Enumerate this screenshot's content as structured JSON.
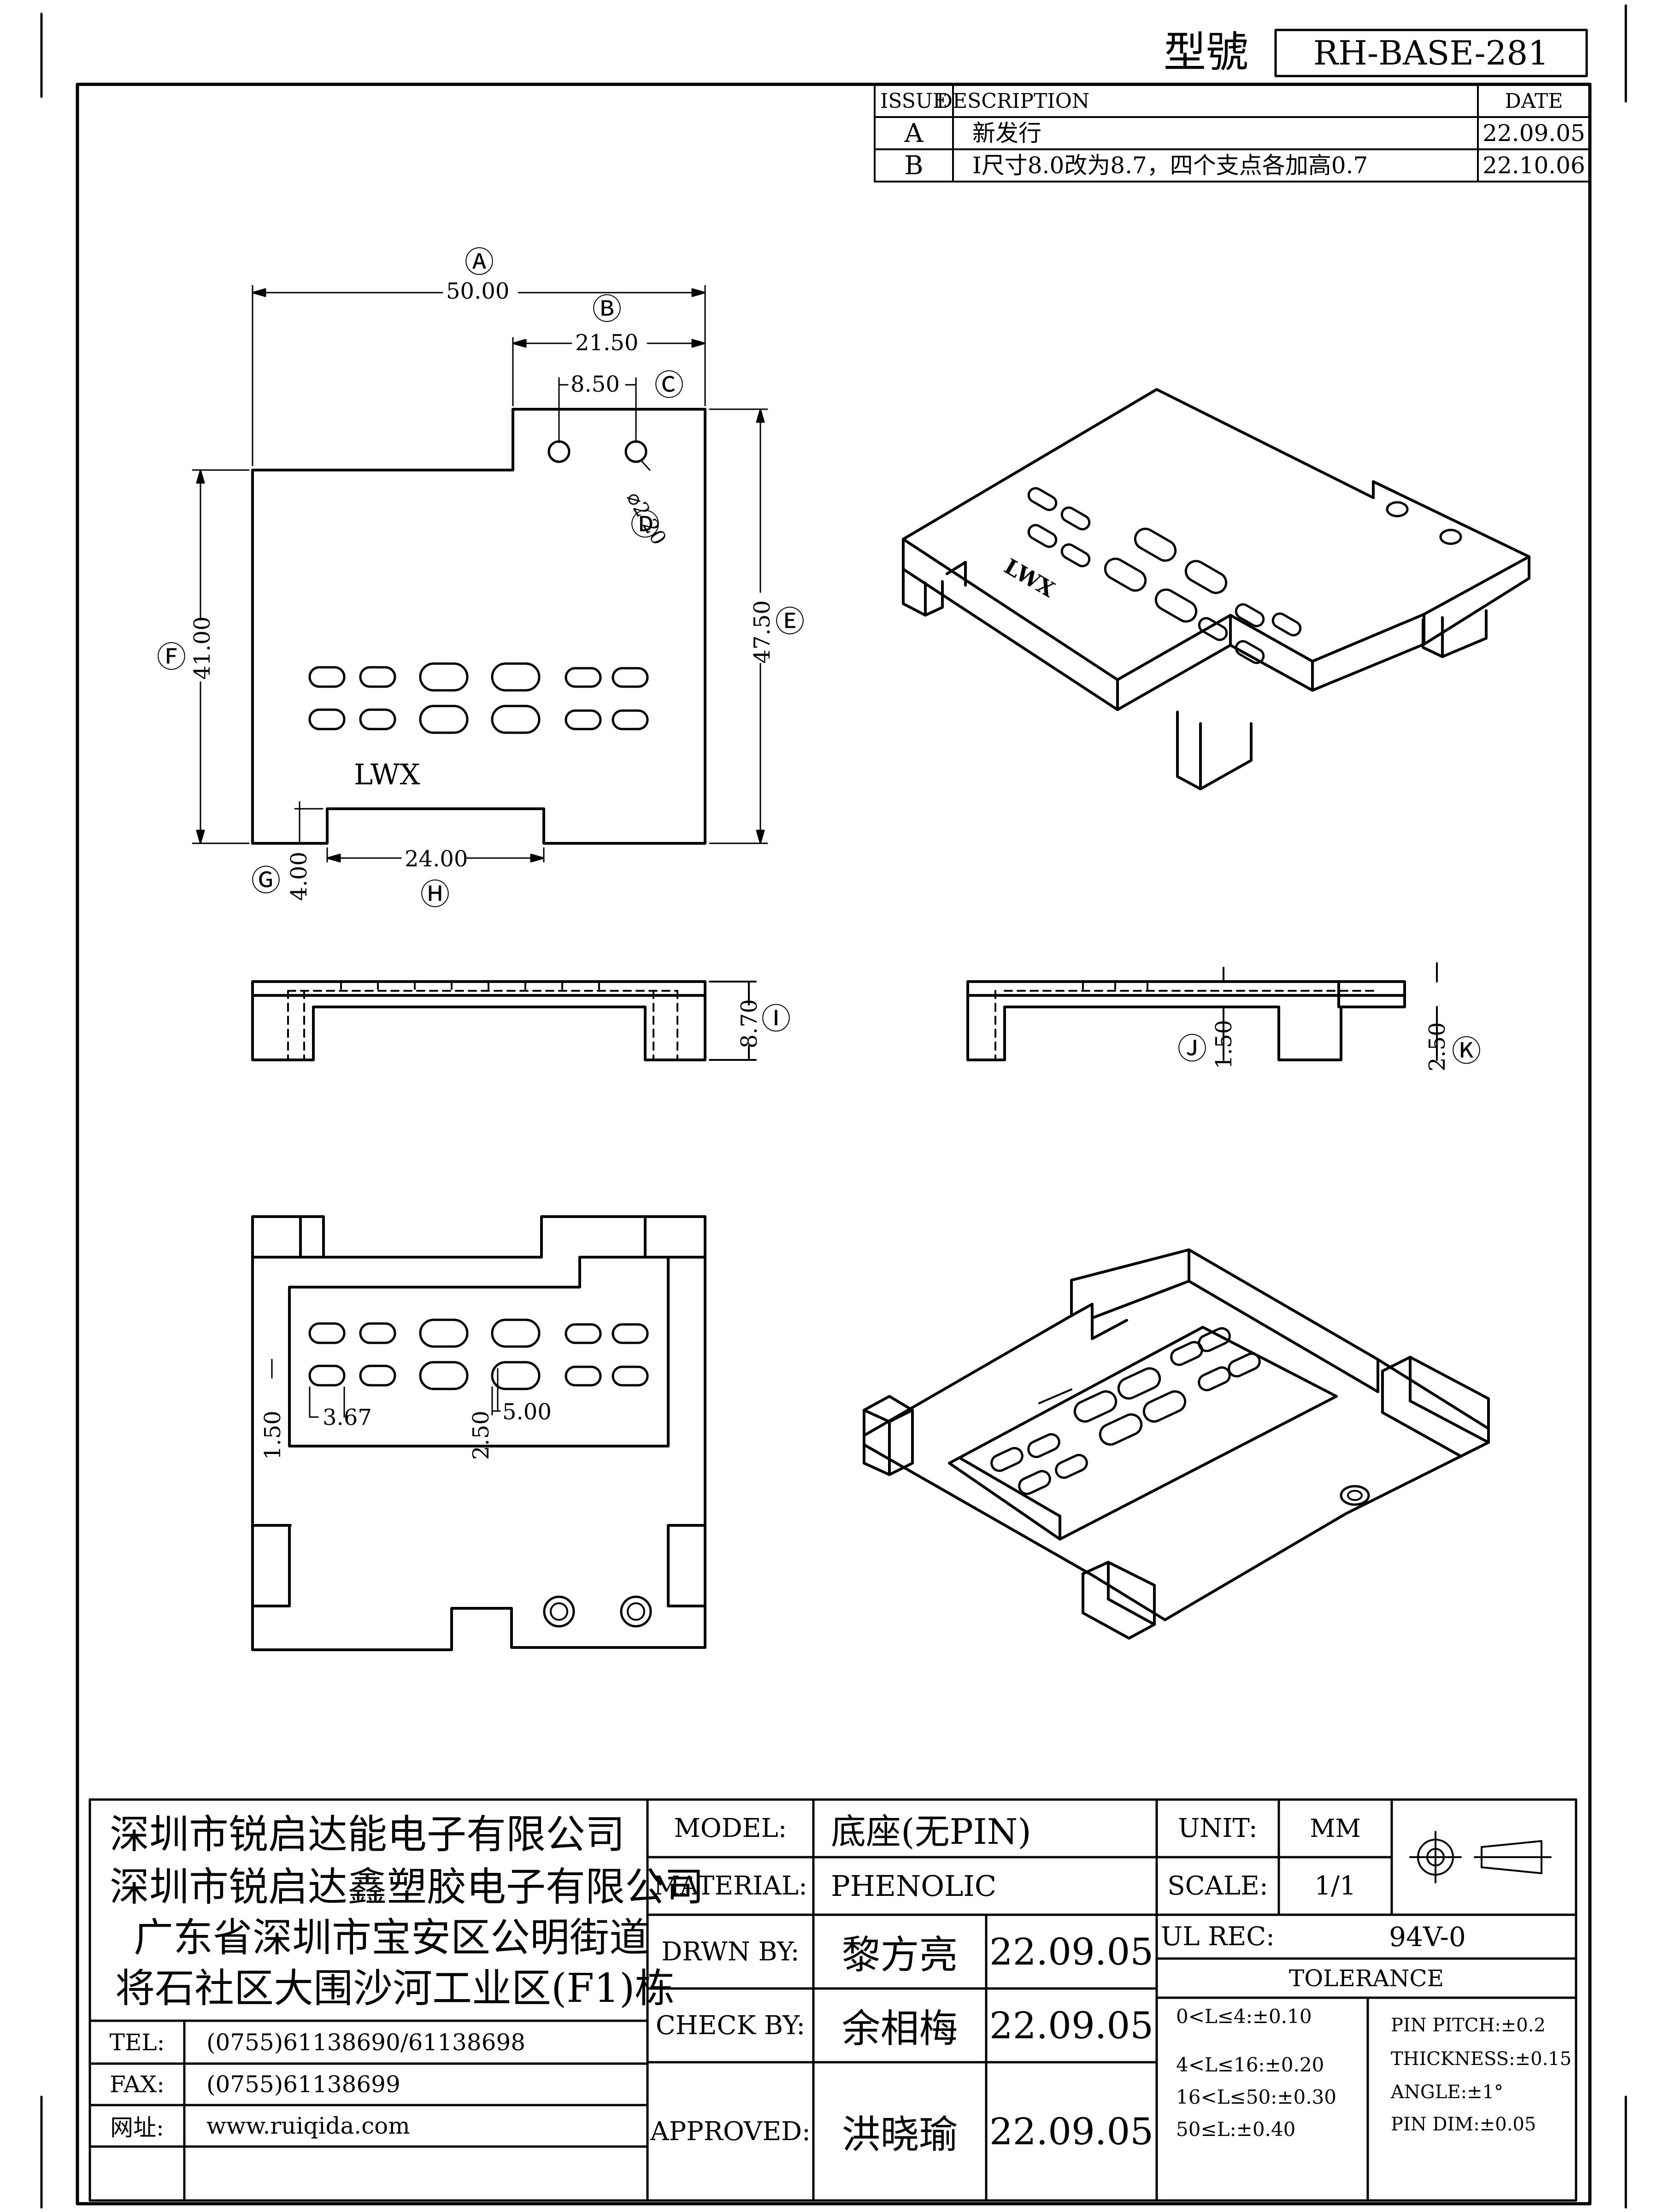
{
  "header": {
    "model_label": "型號",
    "model_no": "RH-BASE-281"
  },
  "revision_table": {
    "headers": {
      "issue": "ISSUE",
      "description": "DESCRIPTION",
      "date": "DATE"
    },
    "rows": [
      {
        "issue": "A",
        "description": "新发行",
        "date": "22.09.05"
      },
      {
        "issue": "B",
        "description": "I尺寸8.0改为8.7，四个支点各加高0.7",
        "date": "22.10.06"
      }
    ]
  },
  "top_view": {
    "marking": "LWX",
    "dims": {
      "A": {
        "tag": "Ⓐ",
        "value": "50.00"
      },
      "B": {
        "tag": "Ⓑ",
        "value": "21.50"
      },
      "C": {
        "tag": "Ⓒ",
        "value": "8.50"
      },
      "D": {
        "tag": "Ⓓ",
        "value": "⌀2.20"
      },
      "E": {
        "tag": "Ⓔ",
        "value": "47.50"
      },
      "F": {
        "tag": "Ⓕ",
        "value": "41.00"
      },
      "G": {
        "tag": "Ⓖ",
        "value": "4.00"
      },
      "H": {
        "tag": "Ⓗ",
        "value": "24.00"
      }
    }
  },
  "side_views": {
    "I": {
      "tag": "Ⓘ",
      "value": "8.70"
    },
    "J": {
      "tag": "Ⓙ",
      "value": "1.50"
    },
    "K": {
      "tag": "Ⓚ",
      "value": "2.50"
    }
  },
  "iso_top": {
    "marking": "LWX"
  },
  "bottom_view": {
    "dims": {
      "d1": "1.50",
      "d2": "3.67",
      "d3": "2.50",
      "d4": "5.00"
    }
  },
  "title_block": {
    "company": [
      "深圳市锐启达能电子有限公司",
      "深圳市锐启达鑫塑胶电子有限公司",
      "广东省深圳市宝安区公明街道",
      "将石社区大围沙河工业区(F1)栋"
    ],
    "contacts": [
      {
        "label": "TEL:",
        "value": "(0755)61138690/61138698"
      },
      {
        "label": "FAX:",
        "value": "(0755)61138699"
      },
      {
        "label": "网址:",
        "value": "www.ruiqida.com"
      }
    ],
    "model_label": "MODEL:",
    "model_value": "底座(无PIN)",
    "material_label": "MATERIAL:",
    "material_value": "PHENOLIC",
    "drawn_label": "DRWN BY:",
    "drawn_name": "黎方亮",
    "drawn_date": "22.09.05",
    "check_label": "CHECK BY:",
    "check_name": "余相梅",
    "check_date": "22.09.05",
    "approved_label": "APPROVED:",
    "approved_name": "洪晓瑜",
    "approved_date": "22.09.05",
    "unit_label": "UNIT:",
    "unit_value": "MM",
    "scale_label": "SCALE:",
    "scale_value": "1/1",
    "ul_label": "UL REC:",
    "ul_value": "94V-0",
    "tolerance_title": "TOLERANCE",
    "tolerance_left": [
      "0<L≤4:±0.10",
      "4<L≤16:±0.20",
      "16<L≤50:±0.30",
      "50≤L:±0.40"
    ],
    "tolerance_right": [
      "PIN PITCH:±0.2",
      "THICKNESS:±0.15",
      "ANGLE:±1°",
      "PIN DIM:±0.05"
    ]
  }
}
